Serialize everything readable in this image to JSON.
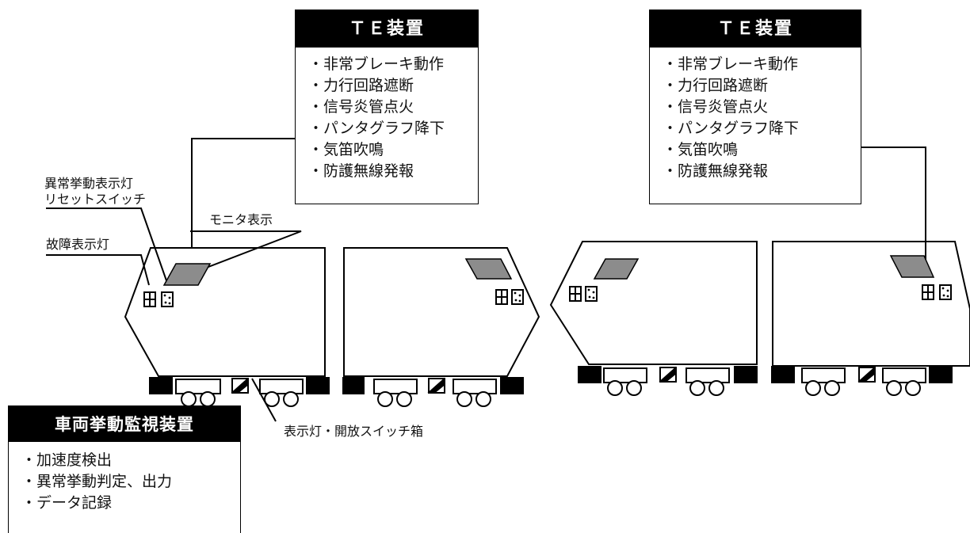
{
  "te_box_left": {
    "title": "ＴＥ装置",
    "items": [
      "・非常ブレーキ動作",
      "・力行回路遮断",
      "・信号炎管点火",
      "・パンタグラフ降下",
      "・気笛吹鳴",
      "・防護無線発報"
    ]
  },
  "te_box_right": {
    "title": "ＴＥ装置",
    "items": [
      "・非常ブレーキ動作",
      "・力行回路遮断",
      "・信号炎管点火",
      "・パンタグラフ降下",
      "・気笛吹鳴",
      "・防護無線発報"
    ]
  },
  "monitor_box": {
    "title": "車両挙動監視装置",
    "items": [
      "・加速度検出",
      "・異常挙動判定、出力",
      "・データ記録"
    ]
  },
  "labels": {
    "reset_switch_line1": "異常挙動表示灯",
    "reset_switch_line2": "リセットスイッチ",
    "monitor_display": "モニタ表示",
    "fault_lamp": "故障表示灯",
    "lamp_switch_box": "表示灯・開放スイッチ箱"
  }
}
